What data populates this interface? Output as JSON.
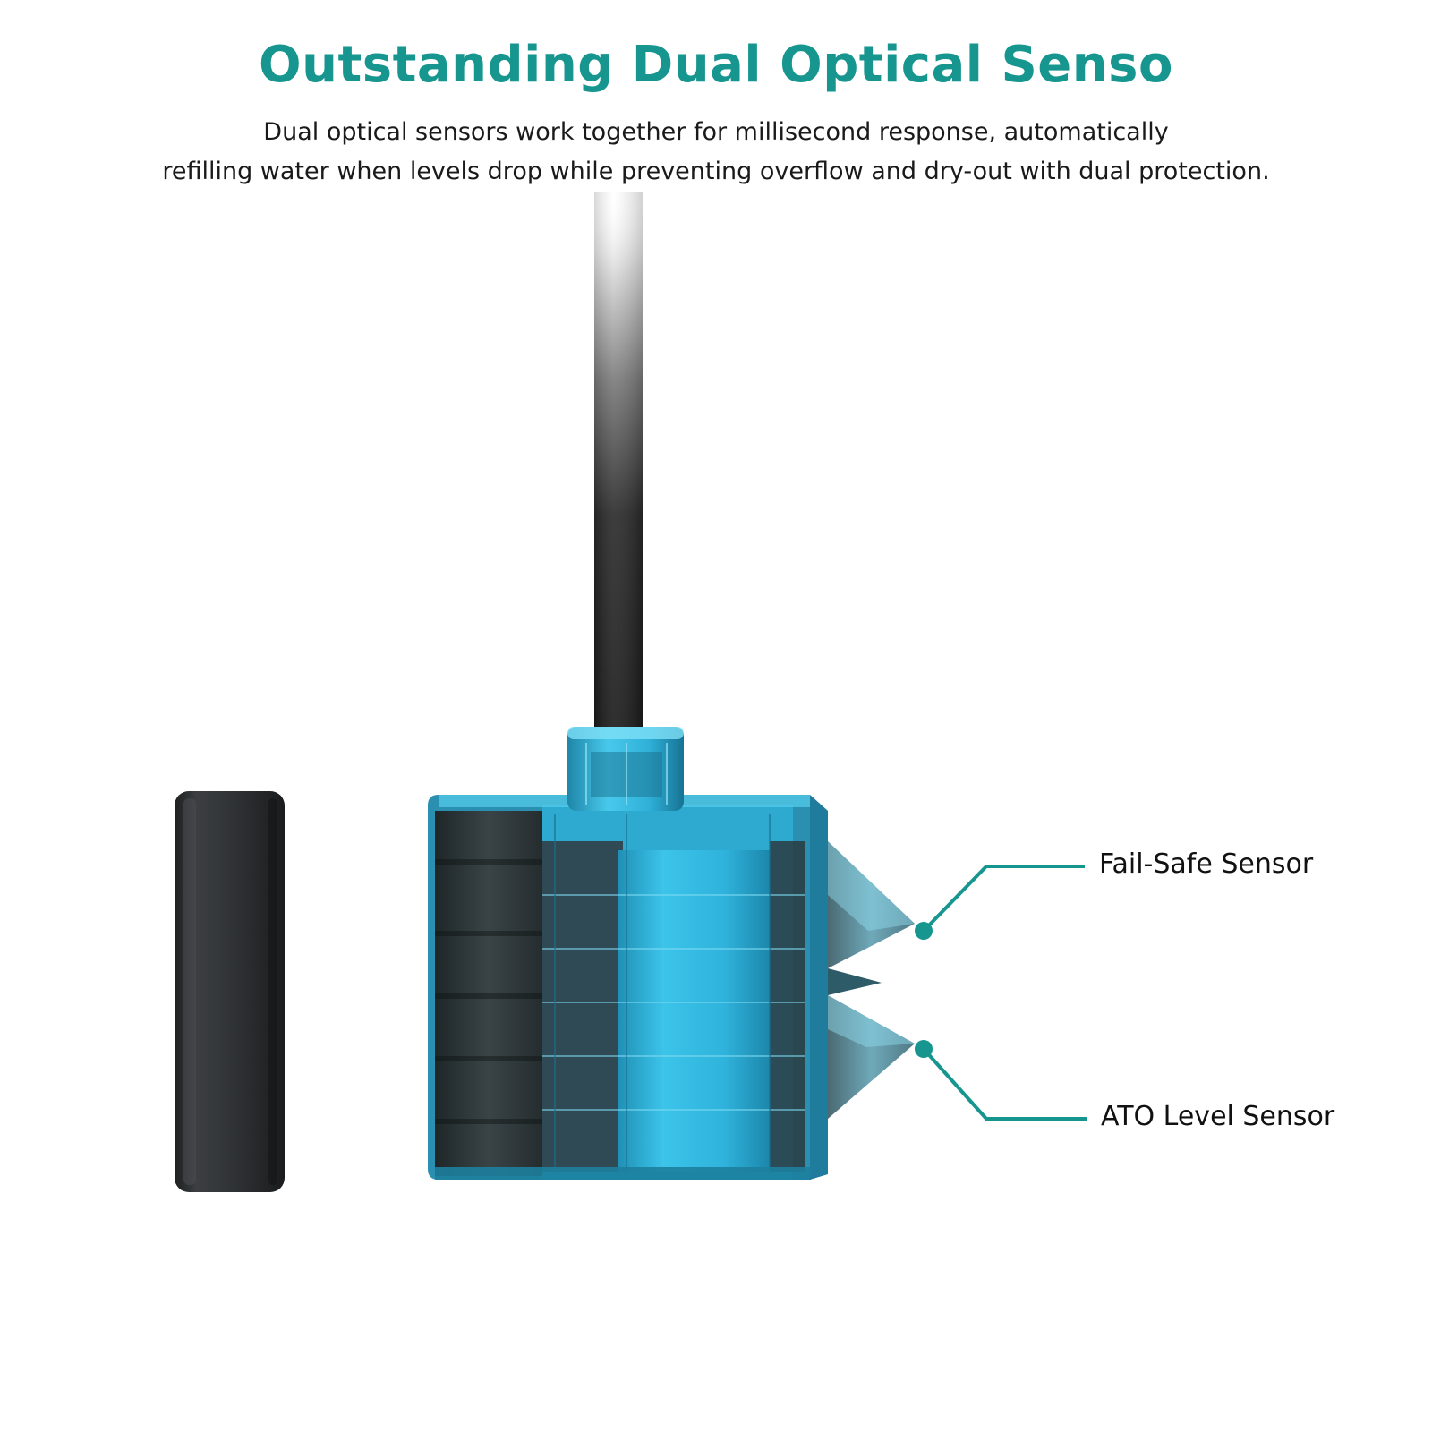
{
  "header": {
    "title": "Outstanding Dual Optical Senso",
    "description_line1": "Dual optical sensors work together for millisecond response, automatically",
    "description_line2": "refilling water when levels drop while preventing overflow and dry-out with dual protection."
  },
  "callouts": {
    "upper_label": "Fail-Safe Sensor",
    "lower_label": "ATO Level Sensor"
  },
  "colors": {
    "accent": "#16968f",
    "sensor_blue": "#36c0e6",
    "housing_dark": "#2b2e30",
    "text": "#1a1a1a"
  }
}
